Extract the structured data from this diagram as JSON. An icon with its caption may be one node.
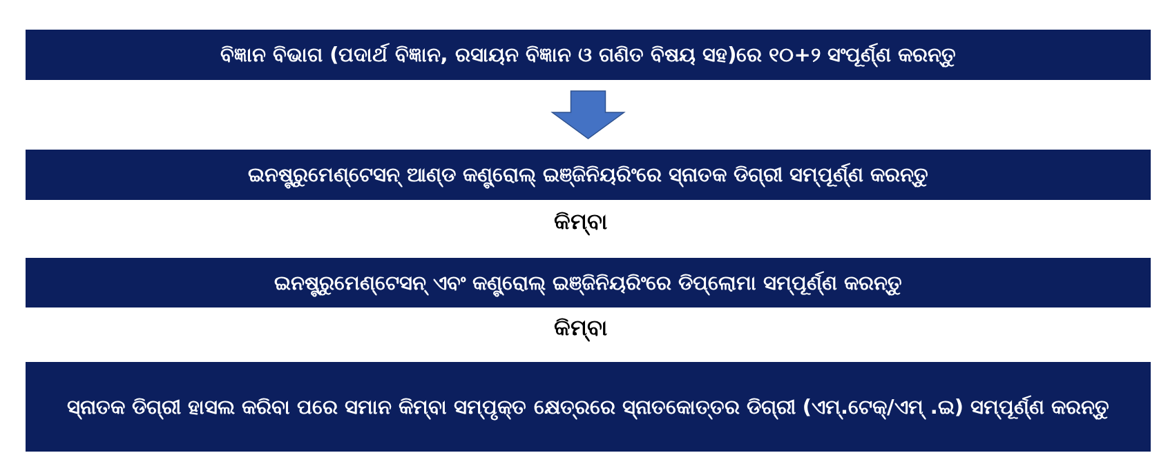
{
  "diagram": {
    "nodes": [
      {
        "text": [
          "ବିଜ୍ଞାନ ବିଭାଗ (ପଦାର୍ଥ ବିଜ୍ଞାନ, ରସାୟନ ବିଜ୍ଞାନ ଓ ଗଣିତ ବିଷୟ ସହ)ରେ ୧୦+୨ ସଂପୂର୍ଣ୍ଣ କରନ୍ତୁ"
        ]
      },
      {
        "text": [
          "ଇନଷ୍ଟ୍ରୁମେଣ୍ଟେସନ୍ ଆଣ୍ଡ କଣ୍ଟ୍ରୋଲ୍ ଇଞ୍ଜିନିୟରିଂରେ ସ୍ନାତକ ଡିଗ୍ରୀ ସମ୍ପୂର୍ଣ୍ଣ କରନ୍ତୁ"
        ]
      },
      {
        "text": [
          "ଇନଷ୍ଟ୍ରୁମେଣ୍ଟେସନ୍ ଏବଂ କଣ୍ଟ୍ରୋଲ୍ ଇଞ୍ଜିନିୟରିଂରେ ଡିପ୍ଲୋମା ସମ୍ପୂର୍ଣ୍ଣ କରନ୍ତୁ"
        ]
      },
      {
        "text": [
          "ସ୍ନାତକ ଡିଗ୍ରୀ ହାସଲ କରିବା ପରେ ସମାନ କିମ୍ବା ସମ୍ପୃକ୍ତ କ୍ଷେତ୍ରରେ ସ୍ନାତକୋତ୍ତର ଡିଗ୍ରୀ (ଏମ୍.ଟେକ୍/ଏମ୍ .ଇ) ସମ୍ପୂର୍ଣ୍ଣ କରନ୍ତୁ"
        ]
      }
    ],
    "edges": [
      {
        "from": 0,
        "to": 1,
        "arrow": "to"
      }
    ],
    "labels": [
      "କିମ୍ବା",
      "କିମ୍ବା"
    ]
  }
}
